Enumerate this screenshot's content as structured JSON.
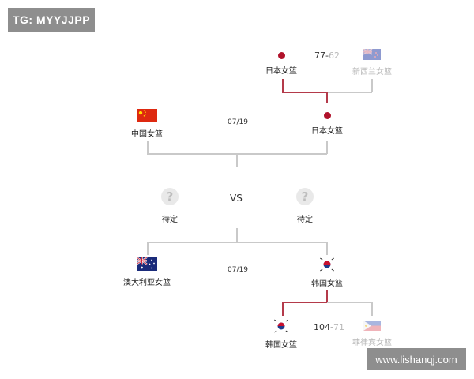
{
  "watermarks": {
    "top_left": "TG: MYYJJPP",
    "bottom_right": "www.lishanqj.com"
  },
  "match_top": {
    "score_winner": "77",
    "score_sep": "-",
    "score_loser": "62",
    "team_a": {
      "name": "日本女篮",
      "flag": "japan-flag"
    },
    "team_b": {
      "name": "新西兰女篮",
      "flag": "new-zealand-flag"
    }
  },
  "semi_top": {
    "date": "07/19",
    "team_a": {
      "name": "中国女篮",
      "flag": "china-flag"
    },
    "team_b": {
      "name": "日本女篮",
      "flag": "japan-flag"
    }
  },
  "final": {
    "vs": "VS",
    "team_a": {
      "name": "待定",
      "icon": "question-icon"
    },
    "team_b": {
      "name": "待定",
      "icon": "question-icon"
    }
  },
  "semi_bottom": {
    "date": "07/19",
    "team_a": {
      "name": "澳大利亚女篮",
      "flag": "australia-flag"
    },
    "team_b": {
      "name": "韩国女篮",
      "flag": "korea-flag"
    }
  },
  "match_bottom": {
    "score_winner": "104",
    "score_sep": "-",
    "score_loser": "71",
    "team_a": {
      "name": "韩国女篮",
      "flag": "korea-flag"
    },
    "team_b": {
      "name": "菲律宾女篮",
      "flag": "philippines-flag"
    }
  },
  "colors": {
    "winner_line": "#b43a4a",
    "bracket_line": "#c9c9c9",
    "japan_red": "#b1122b"
  }
}
